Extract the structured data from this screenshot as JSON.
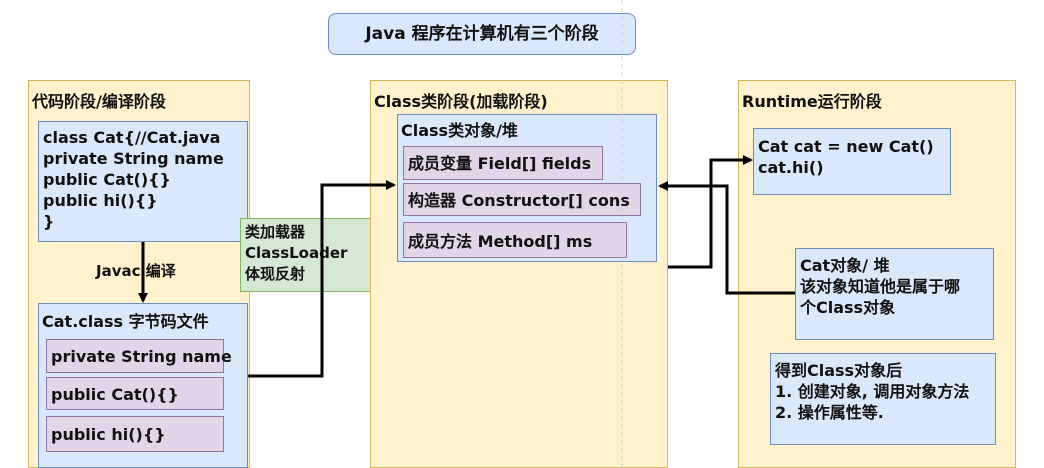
{
  "title": "Java 程序在计算机有三个阶段",
  "stage1": {
    "title": "代码阶段/编译阶段",
    "source_lines": [
      "class Cat{//Cat.java",
      "private String name",
      "public Cat(){}",
      "public hi(){}",
      "}"
    ],
    "compile_label": "Javac 编译",
    "bytecode_title": "Cat.class 字节码文件",
    "bytecode_items": [
      "private String name",
      "public Cat(){}",
      "public hi(){}"
    ]
  },
  "classloader": {
    "lines": [
      "类加载器",
      "ClassLoader",
      "体现反射"
    ]
  },
  "stage2": {
    "title": "Class类阶段(加载阶段)",
    "class_object_title": "Class类对象/堆",
    "members": [
      "成员变量 Field[] fields",
      "构造器 Constructor[] cons",
      "成员方法 Method[] ms"
    ]
  },
  "stage3": {
    "title": "Runtime运行阶段",
    "code_lines": [
      "Cat cat = new Cat()",
      "cat.hi()"
    ],
    "heap_lines": [
      "Cat对象/ 堆",
      "该对象知道他是属于哪",
      "个Class对象"
    ],
    "after_lines": [
      "得到Class对象后",
      "1. 创建对象, 调用对象方法",
      "2. 操作属性等."
    ]
  },
  "colors": {
    "stage_fill": "#fff2cc",
    "blue_fill": "#dae8fc",
    "pink_fill": "#e1d5e7",
    "green_fill": "#d5e8d4"
  }
}
